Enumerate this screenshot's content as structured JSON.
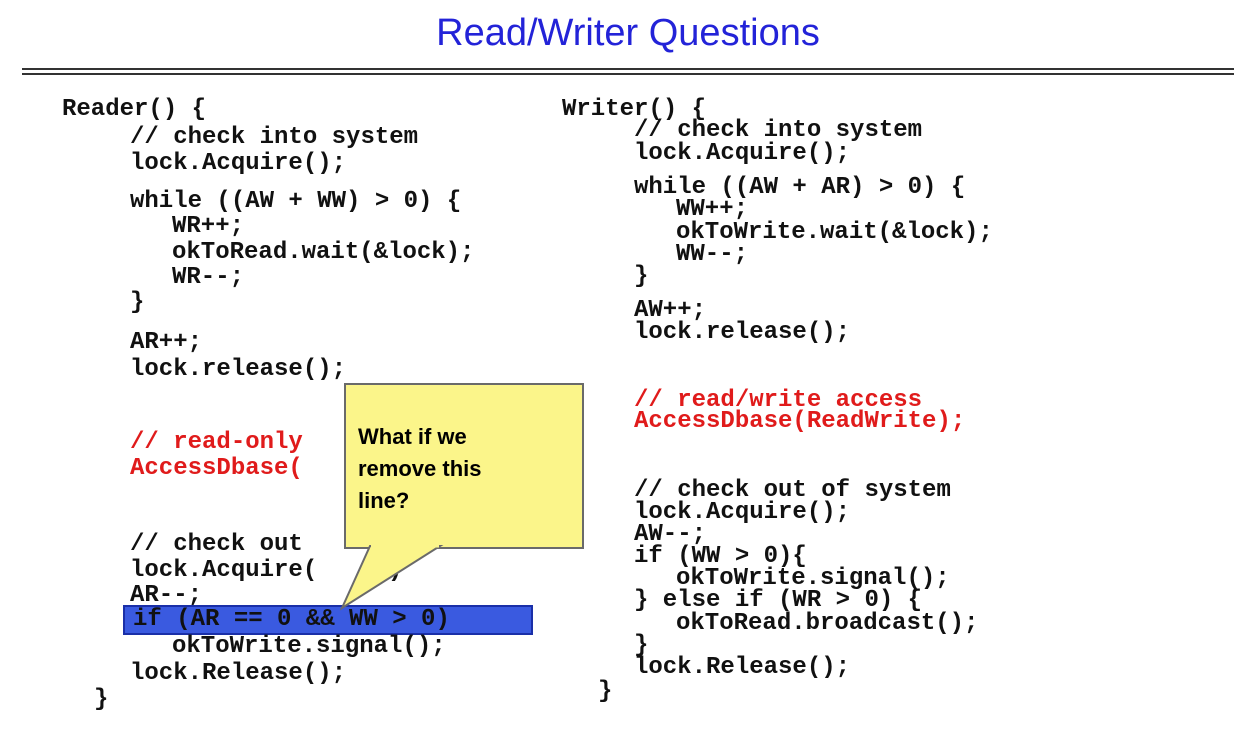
{
  "slide": {
    "title": "Read/Writer Questions"
  },
  "reader": {
    "header": "Reader() {",
    "comment_check_in": "// check into system",
    "acquire_1": "lock.Acquire();",
    "while_line": "while ((AW + WW) > 0) {",
    "wr_inc": "WR++;",
    "wait_line": "okToRead.wait(&lock);",
    "wr_dec": "WR--;",
    "while_close": "}",
    "ar_inc": "AR++;",
    "release_1": "lock.release();",
    "comment_read_only": "// read-only",
    "access_dbase": "AccessDbase(",
    "comment_check_out": "// check out",
    "acquire_2": "lock.Acquire(",
    "acquire_2_tail": ")",
    "ar_dec": "AR--;",
    "if_line": "if (AR == 0 && WW > 0)",
    "signal_line": "okToWrite.signal();",
    "release_2": "lock.Release();",
    "close": "}"
  },
  "writer": {
    "header": "Writer() {",
    "comment_check_in": "// check into system",
    "acquire_1": "lock.Acquire();",
    "while_line": "while ((AW + AR) > 0) {",
    "ww_inc": "WW++;",
    "wait_line": "okToWrite.wait(&lock);",
    "ww_dec": "WW--;",
    "while_close": "}",
    "aw_inc": "AW++;",
    "release_1": "lock.release();",
    "comment_rw": "// read/write access",
    "access_dbase": "AccessDbase(ReadWrite);",
    "comment_check_out": "// check out of system",
    "acquire_2": "lock.Acquire();",
    "aw_dec": "AW--;",
    "if_line": "if (WW > 0){",
    "signal_line": "okToWrite.signal();",
    "else_line": "} else if (WR > 0) {",
    "broadcast_line": "okToRead.broadcast();",
    "if_close": "}",
    "release_2": "lock.Release();",
    "close": "}"
  },
  "callout": {
    "line1": "What if we",
    "line2": "remove this",
    "line3": "line?"
  },
  "colors": {
    "title": "#2323d8",
    "comment_red": "#e01b1b",
    "highlight": "#3a5ae0",
    "callout_fill": "#fbf58a"
  }
}
